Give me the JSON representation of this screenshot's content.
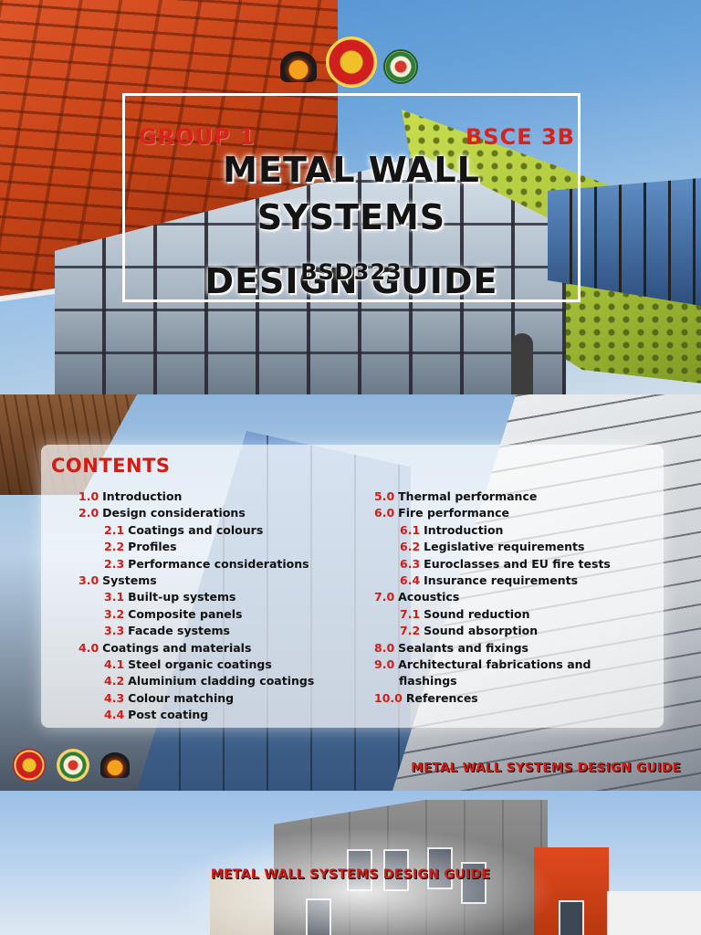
{
  "cover": {
    "group_label": "GROUP 1",
    "section_label": "BSCE 3B",
    "title_line1": "METAL WALL SYSTEMS",
    "title_line2": "DESIGN GUIDE",
    "course_code": "BSD323"
  },
  "contents": {
    "heading": "CONTENTS",
    "left_items": [
      {
        "num": "1.0",
        "label": "Introduction"
      },
      {
        "num": "2.0",
        "label": "Design considerations"
      },
      {
        "num": "2.1",
        "label": "Coatings and colours"
      },
      {
        "num": "2.2",
        "label": "Profiles"
      },
      {
        "num": "2.3",
        "label": "Performance considerations"
      },
      {
        "num": "3.0",
        "label": "Systems"
      },
      {
        "num": "3.1",
        "label": "Built-up systems"
      },
      {
        "num": "3.2",
        "label": "Composite panels"
      },
      {
        "num": "3.3",
        "label": "Facade systems"
      },
      {
        "num": "4.0",
        "label": "Coatings and materials"
      },
      {
        "num": "4.1",
        "label": "Steel organic coatings"
      },
      {
        "num": "4.2",
        "label": "Aluminium cladding coatings"
      },
      {
        "num": "4.3",
        "label": "Colour matching"
      },
      {
        "num": "4.4",
        "label": "Post coating"
      }
    ],
    "right_items": [
      {
        "num": "5.0",
        "label": "Thermal performance"
      },
      {
        "num": "6.0",
        "label": "Fire performance"
      },
      {
        "num": "6.1",
        "label": "Introduction"
      },
      {
        "num": "6.2",
        "label": "Legislative requirements"
      },
      {
        "num": "6.3",
        "label": "Euroclasses and EU fire tests"
      },
      {
        "num": "6.4",
        "label": "Insurance requirements"
      },
      {
        "num": "7.0",
        "label": "Acoustics"
      },
      {
        "num": "7.1",
        "label": "Sound reduction"
      },
      {
        "num": "7.2",
        "label": "Sound absorption"
      },
      {
        "num": "8.0",
        "label": "Sealants and fixings"
      },
      {
        "num": "9.0",
        "label": "Architectural fabrications and flashings"
      },
      {
        "num": "10.0",
        "label": "References"
      }
    ],
    "footer": "METAL WALL SYSTEMS DESIGN GUIDE"
  },
  "third_page": {
    "title": "METAL WALL SYSTEMS DESIGN GUIDE"
  },
  "colors": {
    "accent_red": "#d41c14",
    "title_black": "#141414"
  }
}
